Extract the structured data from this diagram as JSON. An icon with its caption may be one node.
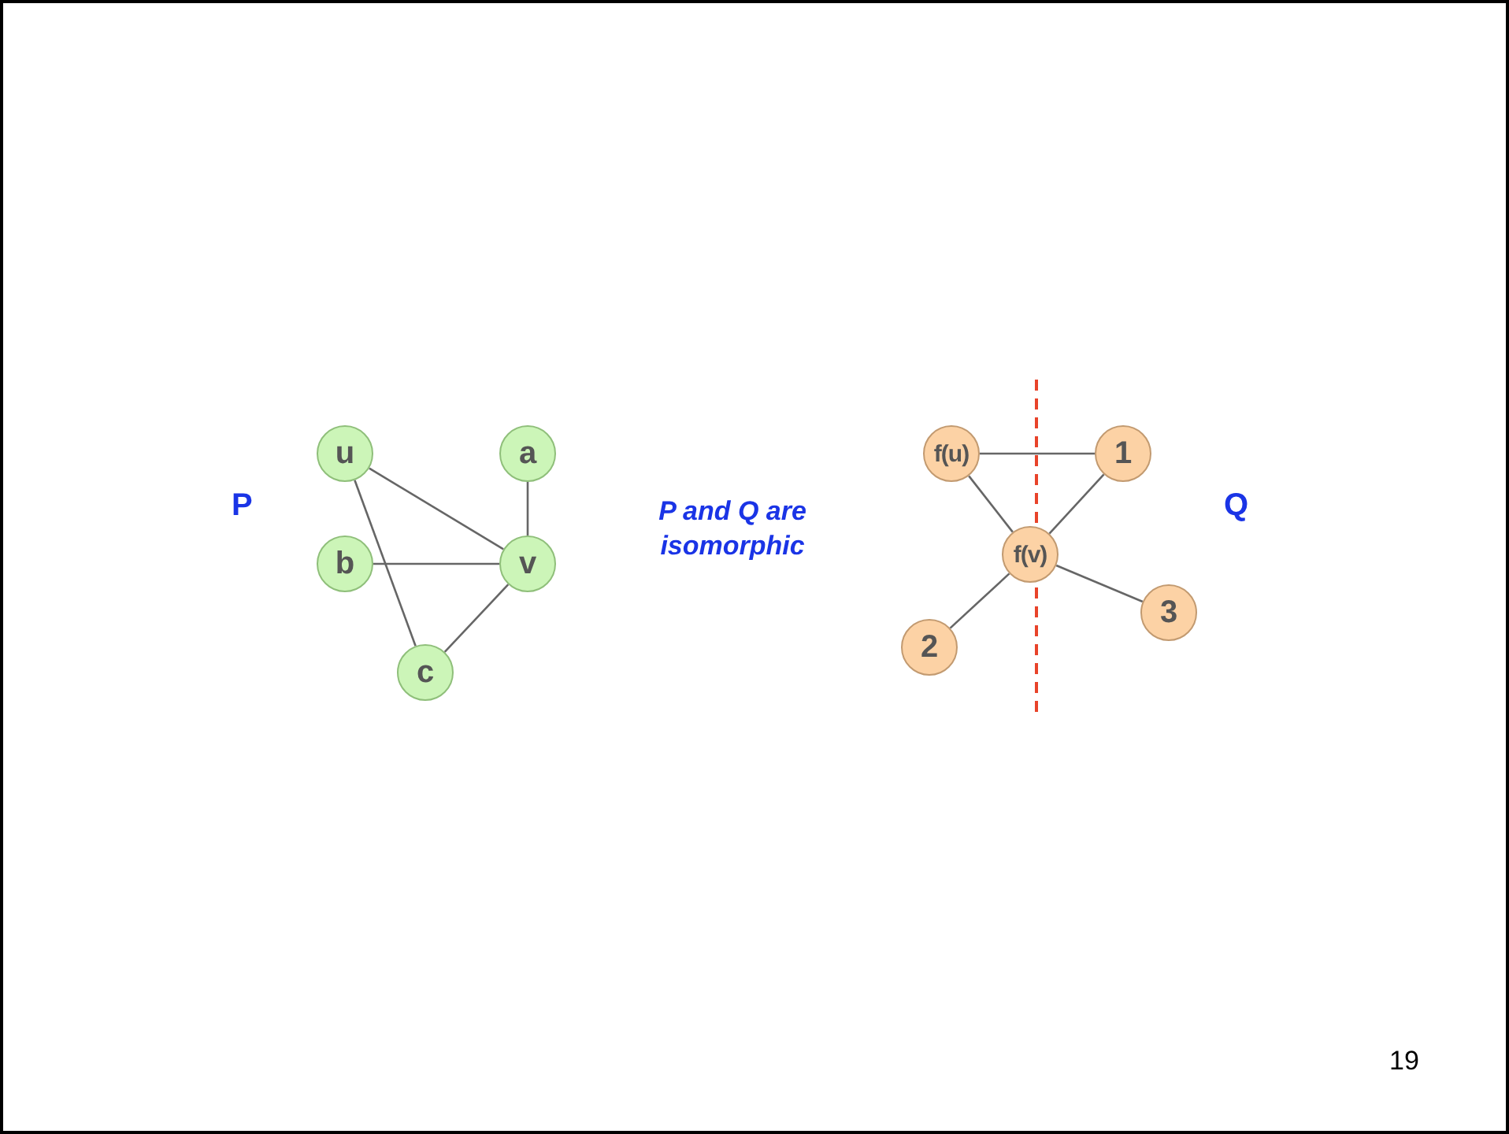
{
  "diagram": {
    "nodes": [
      {
        "text": [
          "u"
        ]
      },
      {
        "text": [
          "a"
        ]
      },
      {
        "text": [
          "b"
        ]
      },
      {
        "text": [
          "v"
        ]
      },
      {
        "text": [
          "c"
        ]
      },
      {
        "text": [
          "f(u)"
        ]
      },
      {
        "text": [
          "1"
        ]
      },
      {
        "text": [
          "f(v)"
        ]
      },
      {
        "text": [
          "2"
        ]
      },
      {
        "text": [
          "3"
        ]
      }
    ],
    "edges": [
      {
        "from": 0,
        "to": 3,
        "arrow": "none"
      },
      {
        "from": 0,
        "to": 4,
        "arrow": "none"
      },
      {
        "from": 1,
        "to": 3,
        "arrow": "none"
      },
      {
        "from": 2,
        "to": 3,
        "arrow": "none"
      },
      {
        "from": 3,
        "to": 4,
        "arrow": "none"
      },
      {
        "from": 5,
        "to": 6,
        "arrow": "none"
      },
      {
        "from": 5,
        "to": 7,
        "arrow": "none"
      },
      {
        "from": 6,
        "to": 7,
        "arrow": "none"
      },
      {
        "from": 7,
        "to": 8,
        "arrow": "none"
      },
      {
        "from": 7,
        "to": 9,
        "arrow": "none"
      }
    ],
    "labels": [
      "P",
      "P and Q are isomorphic",
      "Q",
      "19"
    ]
  }
}
